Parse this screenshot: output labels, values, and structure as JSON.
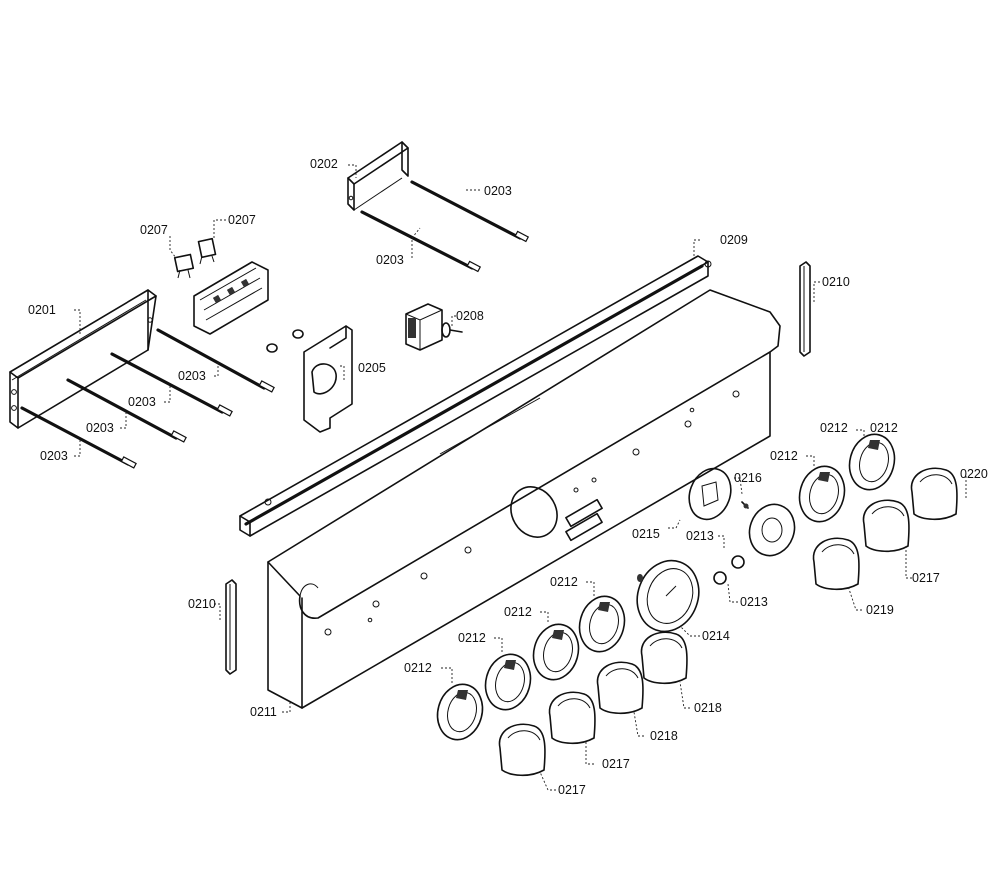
{
  "callouts": [
    {
      "id": "c0201",
      "text": "0201"
    },
    {
      "id": "c0202",
      "text": "0202"
    },
    {
      "id": "c0203a",
      "text": "0203"
    },
    {
      "id": "c0203b",
      "text": "0203"
    },
    {
      "id": "c0203c",
      "text": "0203"
    },
    {
      "id": "c0203d",
      "text": "0203"
    },
    {
      "id": "c0203e",
      "text": "0203"
    },
    {
      "id": "c0203f",
      "text": "0203"
    },
    {
      "id": "c0205",
      "text": "0205"
    },
    {
      "id": "c0207a",
      "text": "0207"
    },
    {
      "id": "c0207b",
      "text": "0207"
    },
    {
      "id": "c0208",
      "text": "0208"
    },
    {
      "id": "c0209",
      "text": "0209"
    },
    {
      "id": "c0210a",
      "text": "0210"
    },
    {
      "id": "c0210b",
      "text": "0210"
    },
    {
      "id": "c0211",
      "text": "0211"
    },
    {
      "id": "c0212a",
      "text": "0212"
    },
    {
      "id": "c0212b",
      "text": "0212"
    },
    {
      "id": "c0212c",
      "text": "0212"
    },
    {
      "id": "c0212d",
      "text": "0212"
    },
    {
      "id": "c0212e",
      "text": "0212"
    },
    {
      "id": "c0212f",
      "text": "0212"
    },
    {
      "id": "c0212g",
      "text": "0212"
    },
    {
      "id": "c0213a",
      "text": "0213"
    },
    {
      "id": "c0213b",
      "text": "0213"
    },
    {
      "id": "c0214",
      "text": "0214"
    },
    {
      "id": "c0215",
      "text": "0215"
    },
    {
      "id": "c0216",
      "text": "0216"
    },
    {
      "id": "c0217a",
      "text": "0217"
    },
    {
      "id": "c0217b",
      "text": "0217"
    },
    {
      "id": "c0217c",
      "text": "0217"
    },
    {
      "id": "c0218a",
      "text": "0218"
    },
    {
      "id": "c0218b",
      "text": "0218"
    },
    {
      "id": "c0219",
      "text": "0219"
    },
    {
      "id": "c0220",
      "text": "0220"
    }
  ]
}
